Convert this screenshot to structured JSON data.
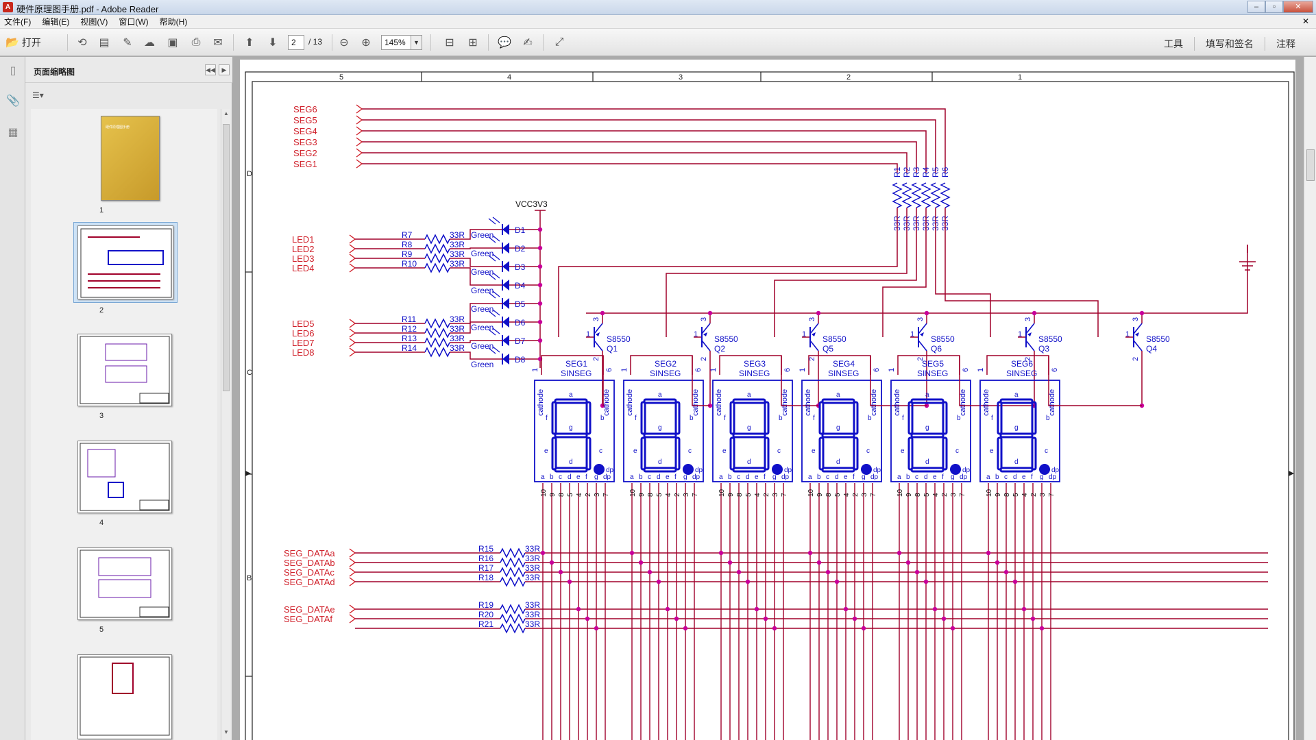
{
  "window": {
    "title": "硬件原理图手册.pdf - Adobe Reader",
    "app_icon": "pdf-icon"
  },
  "menu": {
    "items": [
      "文件(F)",
      "编辑(E)",
      "视图(V)",
      "窗口(W)",
      "帮助(H)"
    ]
  },
  "toolbar": {
    "open_label": "打开",
    "current_page": "2",
    "total_pages": "/ 13",
    "zoom": "145%",
    "tools_label": "工具",
    "fill_sign_label": "填写和签名",
    "comment_label": "注释"
  },
  "thumbnails": {
    "title": "页面缩略图",
    "pages": [
      "1",
      "2",
      "3",
      "4",
      "5"
    ],
    "selected": "2",
    "cover_text": "硬件原理图手册"
  },
  "schematic": {
    "columns": [
      "5",
      "4",
      "3",
      "2",
      "1"
    ],
    "rows": [
      "D",
      "C",
      "B"
    ],
    "power_label": "VCC3V3",
    "seg_labels": [
      "SEG6",
      "SEG5",
      "SEG4",
      "SEG3",
      "SEG2",
      "SEG1"
    ],
    "led_labels_a": [
      "LED1",
      "LED2",
      "LED3",
      "LED4"
    ],
    "led_labels_b": [
      "LED5",
      "LED6",
      "LED7",
      "LED8"
    ],
    "led_resistors_a": [
      "R7",
      "R8",
      "R9",
      "R10"
    ],
    "led_resistors_b": [
      "R11",
      "R12",
      "R13",
      "R14"
    ],
    "resistor_value": "33R",
    "diodes": [
      "D1",
      "D2",
      "D3",
      "D4",
      "D5",
      "D6",
      "D7",
      "D8"
    ],
    "diode_color": "Green",
    "seg_resistors": [
      "R1",
      "R2",
      "R3",
      "R4",
      "R5",
      "R6"
    ],
    "transistor_part": "S8550",
    "transistors": [
      "Q1",
      "Q2",
      "Q5",
      "Q6",
      "Q3",
      "Q4"
    ],
    "displays": [
      "SEG1",
      "SEG2",
      "SEG3",
      "SEG4",
      "SEG5",
      "SEG6"
    ],
    "display_part": "SINSEG",
    "display_pins": [
      "a",
      "b",
      "c",
      "d",
      "e",
      "f",
      "g",
      "dp"
    ],
    "display_pin_nums": [
      "10",
      "9",
      "8",
      "5",
      "4",
      "2",
      "3",
      "7"
    ],
    "cathode_label": "cathode",
    "data_labels": [
      "SEG_DATAa",
      "SEG_DATAb",
      "SEG_DATAc",
      "SEG_DATAd",
      "SEG_DATAe",
      "SEG_DATAf"
    ],
    "data_resistors": [
      "R15",
      "R16",
      "R17",
      "R18",
      "R19",
      "R20",
      "R21"
    ],
    "colors": {
      "wire": "#a0002a",
      "part": "#1010c8",
      "label": "#d0202a",
      "junction": "#c8009a"
    }
  }
}
